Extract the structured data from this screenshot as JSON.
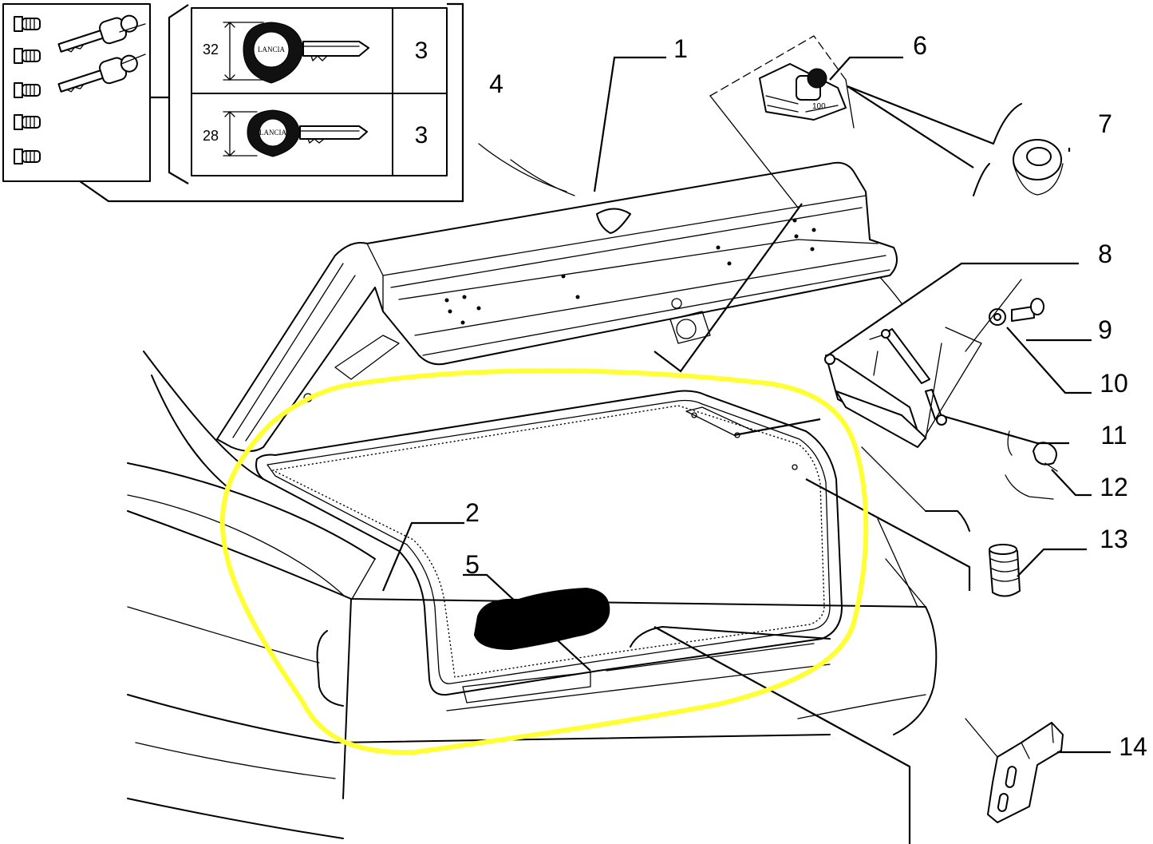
{
  "callouts": {
    "c1": "1",
    "c2": "2",
    "c4": "4",
    "c5": "5",
    "c6": "6",
    "c7": "7",
    "c8": "8",
    "c9": "9",
    "c10": "10",
    "c11": "11",
    "c12": "12",
    "c13": "13",
    "c14": "14"
  },
  "key_table": {
    "rows": [
      {
        "dimension": "32",
        "quantity": "3"
      },
      {
        "dimension": "28",
        "quantity": "3"
      }
    ],
    "key_brand": "LANCIA"
  },
  "colors": {
    "line": "#000000",
    "background": "#ffffff",
    "highlight": "#ffff33",
    "redaction": "#000000"
  }
}
